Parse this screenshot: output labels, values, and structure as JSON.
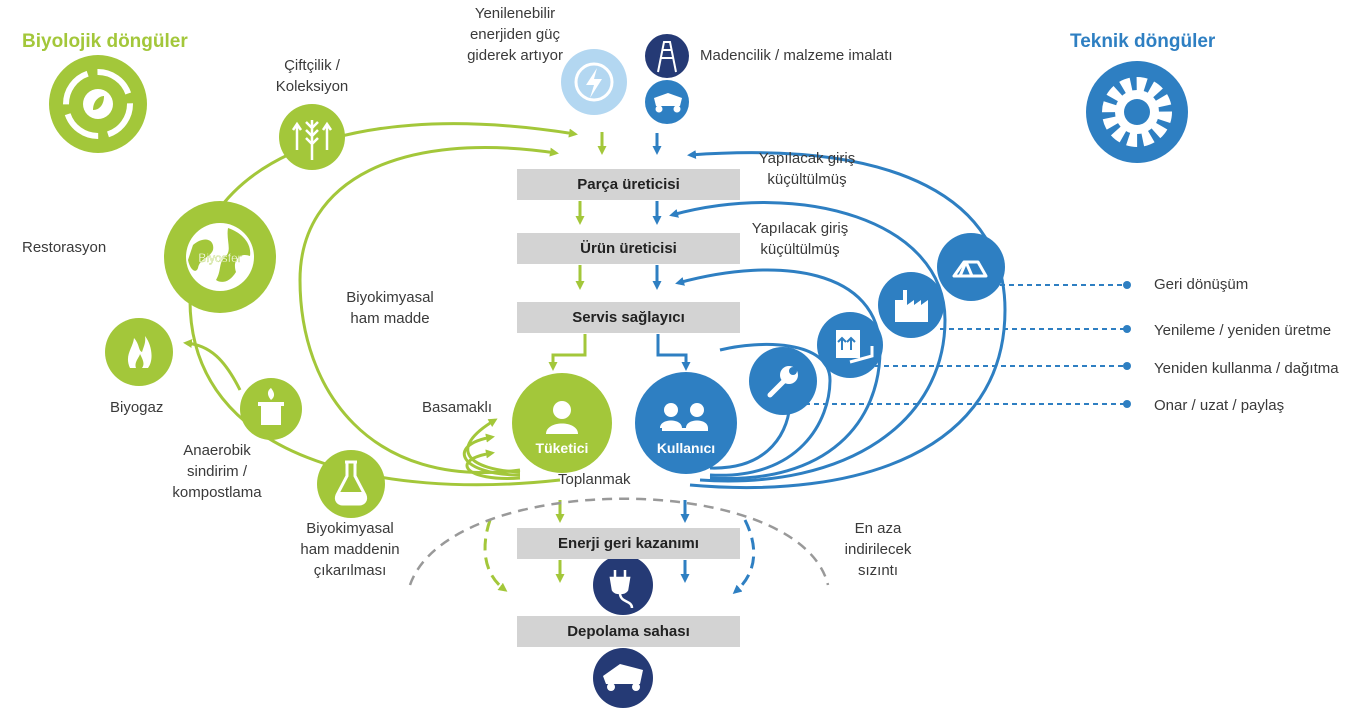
{
  "headers": {
    "bio": "Biyolojik döngüler",
    "tech": "Teknik döngüler"
  },
  "top": {
    "renewable": "Yenilenebilir\nenerjiden güç\ngiderek artıyor",
    "mining": "Madencilik  / malzeme imalatı"
  },
  "bars": {
    "parts": "Parça üreticisi",
    "product": "Ürün üreticisi",
    "service": "Servis sağlayıcı",
    "energy": "Enerji geri kazanımı",
    "landfill": "Depolama sahası"
  },
  "bio_labels": {
    "farming": "Çiftçilik /\nKoleksiyon",
    "restoration": "Restorasyon",
    "biosphere": "Biyosfer",
    "biochem": "Biyokimyasal\nham madde",
    "biogas": "Biyogaz",
    "anaerobic": "Anaerobik\nsindirim /\nkompostlama",
    "extraction": "Biyokimyasal\nham maddenin\nçıkarılması",
    "cascade": "Basamaklı",
    "consumer": "Tüketici"
  },
  "tech_labels": {
    "input1": "Yapılacak giriş\nküçültülmüş",
    "input2": "Yapılacak giriş\nküçültülmüş",
    "user": "Kullanıcı",
    "collection": "Toplanmak",
    "leakage": "En aza\nindirilecek\nsızıntı"
  },
  "right_legend": [
    "Geri dönüşüm",
    "Yenileme / yeniden üretme",
    "Yeniden kullanma / dağıtma",
    "Onar / uzat / paylaş"
  ],
  "colors": {
    "green": "#a3c73a",
    "blue": "#2e7fc2",
    "lightblue": "#b3d7f1",
    "navy": "#253a75",
    "gray": "#d3d3d3"
  },
  "icons": [
    "recycle-cycle-icon",
    "gear-icon",
    "lightning-icon",
    "mining-tower-icon",
    "dump-truck-icon",
    "wheat-icon",
    "globe-icon",
    "flame-icon",
    "bin-icon",
    "flask-icon",
    "person-icon",
    "users-icon",
    "recycle-icon",
    "factory-icon",
    "box-icon",
    "wrench-icon",
    "plug-icon",
    "truck-icon"
  ]
}
